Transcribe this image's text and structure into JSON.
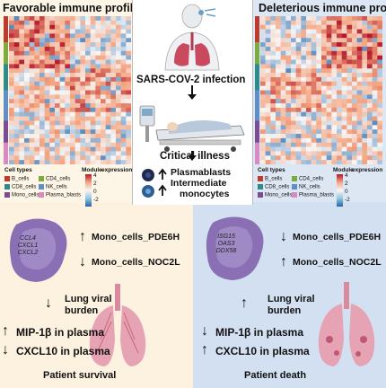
{
  "left": {
    "title": "Favorable immune profile",
    "legend": {
      "heading": "Cell types",
      "items": [
        {
          "label": "B_cells",
          "color": "#c0392b"
        },
        {
          "label": "CD4_cells",
          "color": "#7dab3f"
        },
        {
          "label": "CD8_cells",
          "color": "#2e8b8b"
        },
        {
          "label": "NK_cells",
          "color": "#5e8fc8"
        },
        {
          "label": "Mono_cells",
          "color": "#7b4b94"
        },
        {
          "label": "Plasma_blasts",
          "color": "#d98ac2"
        }
      ],
      "module_title": "Module",
      "expression_title": "expression",
      "ticks": [
        "4",
        "2",
        "0",
        "-2"
      ]
    },
    "cell_genes": [
      "CCL4",
      "CXCL1",
      "CXCL2"
    ],
    "mono1": "Mono_cells_PDE6H",
    "mono2": "Mono_cells_NOC2L",
    "lung": "Lung viral",
    "lung2": "burden",
    "mip": "MIP-1β in plasma",
    "cxcl": "CXCL10 in plasma",
    "outcome": "Patient survival"
  },
  "right": {
    "title": "Deleterious immune profile",
    "legend": {
      "heading": "Cell types",
      "items": [
        {
          "label": "B_cells",
          "color": "#c0392b"
        },
        {
          "label": "CD4_cells",
          "color": "#7dab3f"
        },
        {
          "label": "CD8_cells",
          "color": "#2e8b8b"
        },
        {
          "label": "NK_cells",
          "color": "#5e8fc8"
        },
        {
          "label": "Mono_cells",
          "color": "#7b4b94"
        },
        {
          "label": "Plasma_blasts",
          "color": "#d98ac2"
        }
      ],
      "module_title": "Module",
      "expression_title": "expression",
      "ticks": [
        "4",
        "2",
        "0",
        "-2"
      ]
    },
    "cell_genes": [
      "ISG15",
      "OAS3",
      "DDX58"
    ],
    "mono1": "Mono_cells_PDE6H",
    "mono2": "Mono_cells_NOC2L",
    "lung": "Lung viral",
    "lung2": "burden",
    "mip": "MIP-1β in plasma",
    "cxcl": "CXCL10 in plasma",
    "outcome": "Patient death"
  },
  "center": {
    "infection": "SARS-COV-2 infection",
    "critical": "Critical illness",
    "plasmablasts": "Plasmablasts",
    "intermediate": "Intermediate",
    "monocytes": "monocytes"
  },
  "colors": {
    "favorable_bg": "#fcf2df",
    "deleterious_bg": "#d3e0f1",
    "cell_purple": "#8a6fb5",
    "lung_pink": "#e6a3b4"
  }
}
